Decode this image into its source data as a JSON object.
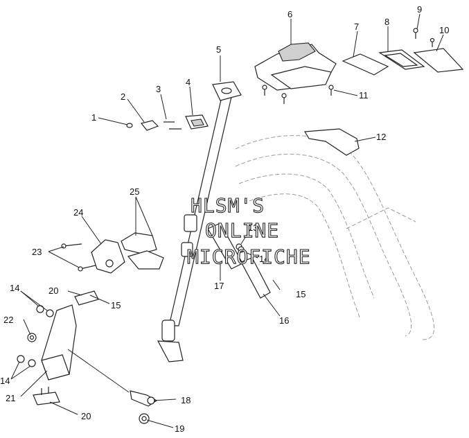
{
  "callouts": {
    "c1": "1",
    "c2": "2",
    "c3": "3",
    "c4": "4",
    "c5": "5",
    "c6": "6",
    "c7": "7",
    "c8": "8",
    "c9": "9",
    "c10": "10",
    "c11": "11",
    "c12": "12",
    "c13": "13",
    "c14a": "14",
    "c14b": "14",
    "c14c": "14",
    "c15a": "15",
    "c15b": "15",
    "c16": "16",
    "c17": "17",
    "c18": "18",
    "c19": "19",
    "c20a": "20",
    "c20b": "20",
    "c21": "21",
    "c22": "22",
    "c23": "23",
    "c24": "24",
    "c25": "25"
  },
  "watermark": {
    "line1": "HLSM'S",
    "line2": "ONLINE",
    "line3": "MICROFICHE"
  }
}
